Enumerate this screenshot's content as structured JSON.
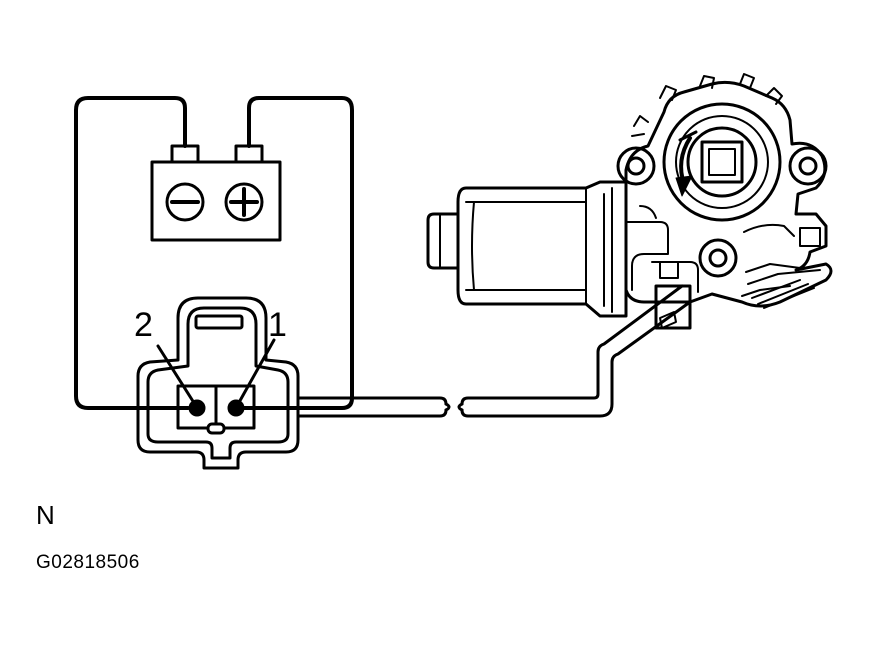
{
  "battery": {
    "negative_symbol": "−",
    "positive_symbol": "+"
  },
  "connector": {
    "pin_labels": [
      "2",
      "1"
    ]
  },
  "view_letter": "N",
  "figure_code": "G02818506",
  "icons": [
    "battery-icon",
    "connector-icon",
    "window-regulator-motor-icon",
    "rotation-arrow-icon"
  ]
}
